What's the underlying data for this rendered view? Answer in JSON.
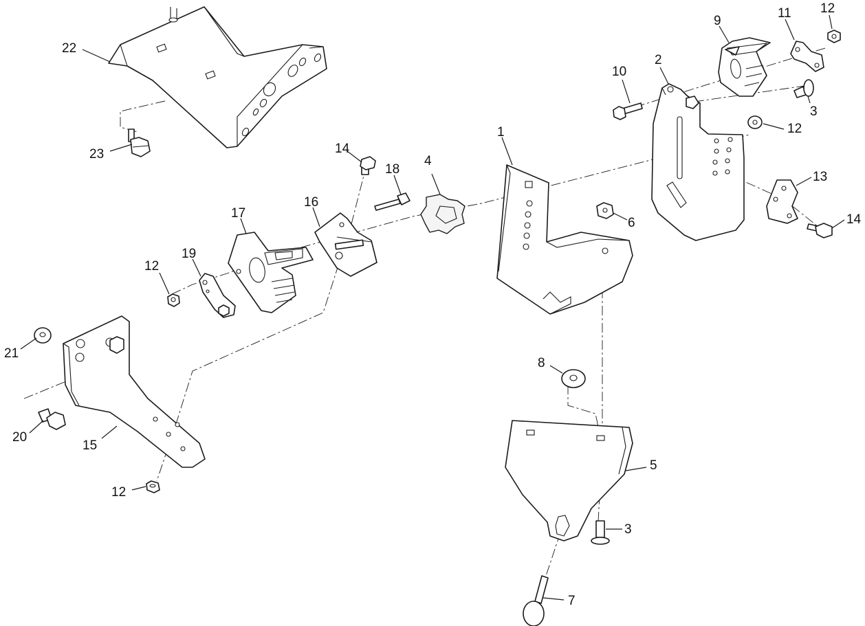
{
  "callouts": {
    "c1": "1",
    "c2": "2",
    "c3a": "3",
    "c3b": "3",
    "c4": "4",
    "c5": "5",
    "c6": "6",
    "c7": "7",
    "c8": "8",
    "c9": "9",
    "c10": "10",
    "c11": "11",
    "c12a": "12",
    "c12b": "12",
    "c12c": "12",
    "c12d": "12",
    "c13": "13",
    "c14a": "14",
    "c14b": "14",
    "c15": "15",
    "c16": "16",
    "c17": "17",
    "c18": "18",
    "c19": "19",
    "c20": "20",
    "c21": "21",
    "c22": "22",
    "c23": "23"
  }
}
